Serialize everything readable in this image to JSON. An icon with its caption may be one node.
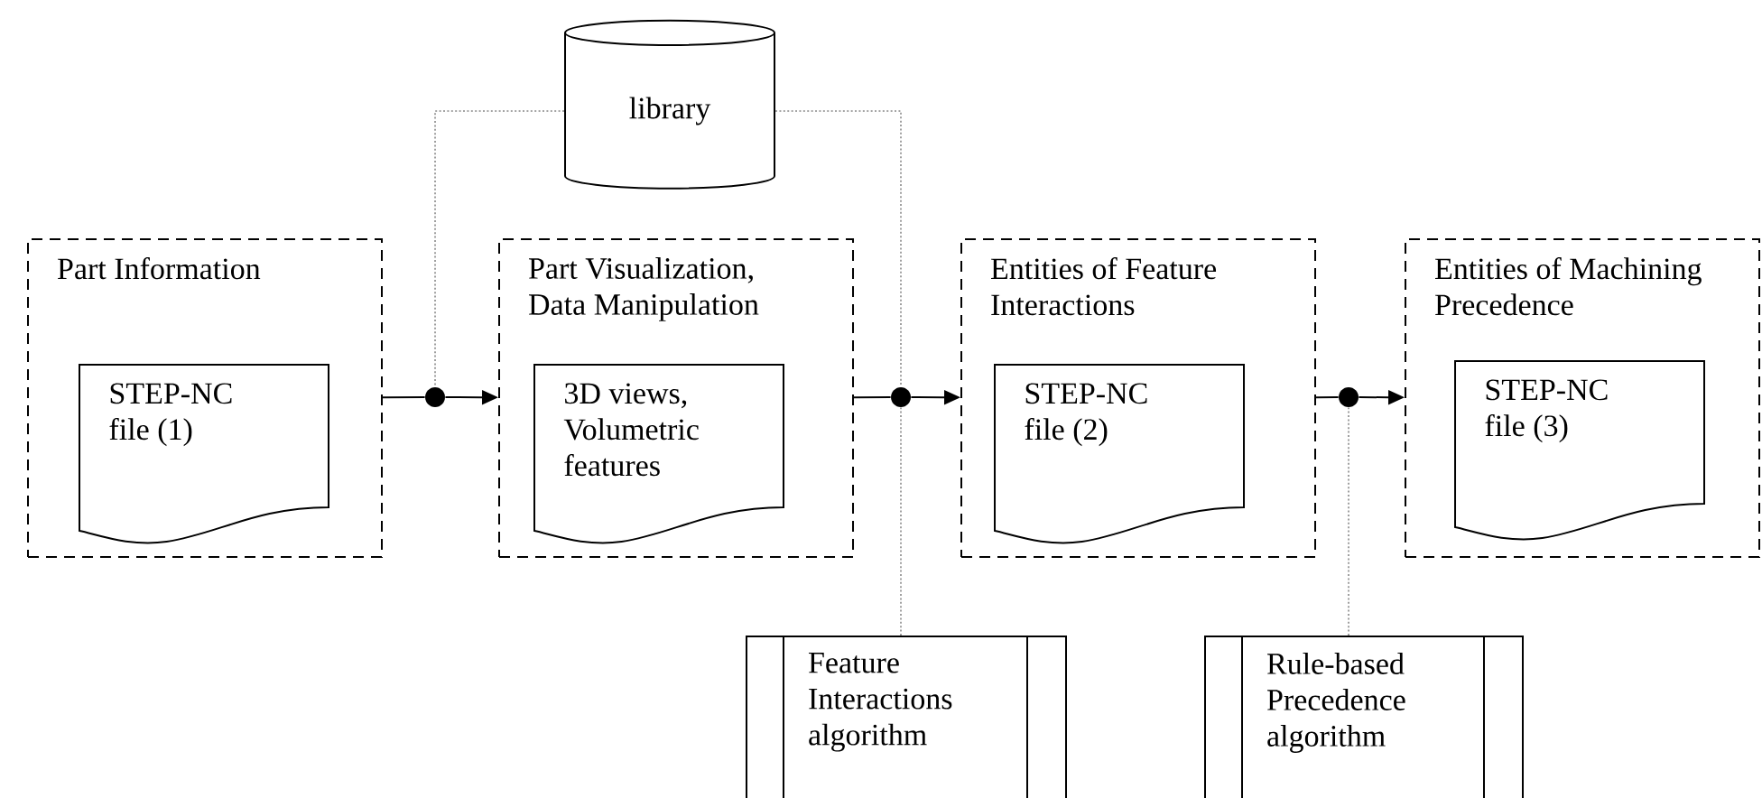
{
  "diagram": {
    "nodes": [
      {
        "text": [
          "library"
        ]
      },
      {
        "text": [
          "Part Information"
        ]
      },
      {
        "text": [
          "STEP-NC file (1)"
        ],
        "in": 1
      },
      {
        "text": [
          "Part Visualization, Data Manipulation"
        ]
      },
      {
        "text": [
          "3D views, Volumetric features"
        ],
        "in": 3
      },
      {
        "text": [
          "Entities of Feature Interactions"
        ]
      },
      {
        "text": [
          "STEP-NC file (2)"
        ],
        "in": 5
      },
      {
        "text": [
          "Entities of Machining Precedence"
        ]
      },
      {
        "text": [
          "STEP-NC file (3)"
        ],
        "in": 7
      },
      {
        "text": [],
        "shape": "circle"
      },
      {
        "text": [],
        "shape": "circle"
      },
      {
        "text": [],
        "shape": "circle"
      },
      {
        "text": [
          "Feature Interactions algorithm"
        ]
      },
      {
        "text": [
          "Rule-based Precedence algorithm"
        ]
      }
    ],
    "edges": [
      {
        "from": 1,
        "to": 9,
        "arrow": "none"
      },
      {
        "from": 9,
        "to": 3,
        "arrow": "to"
      },
      {
        "from": 0,
        "to": 9,
        "arrow": "none",
        "style": "dashed",
        "color": "#888888"
      },
      {
        "from": 3,
        "to": 10,
        "arrow": "none"
      },
      {
        "from": 10,
        "to": 5,
        "arrow": "to"
      },
      {
        "from": 0,
        "to": 10,
        "arrow": "none",
        "style": "dashed",
        "color": "#888888"
      },
      {
        "from": 12,
        "to": 10,
        "arrow": "none",
        "style": "dashed",
        "color": "#888888"
      },
      {
        "from": 5,
        "to": 11,
        "arrow": "none"
      },
      {
        "from": 11,
        "to": 7,
        "arrow": "to"
      },
      {
        "from": 13,
        "to": 11,
        "arrow": "none",
        "style": "dashed",
        "color": "#888888"
      }
    ]
  }
}
